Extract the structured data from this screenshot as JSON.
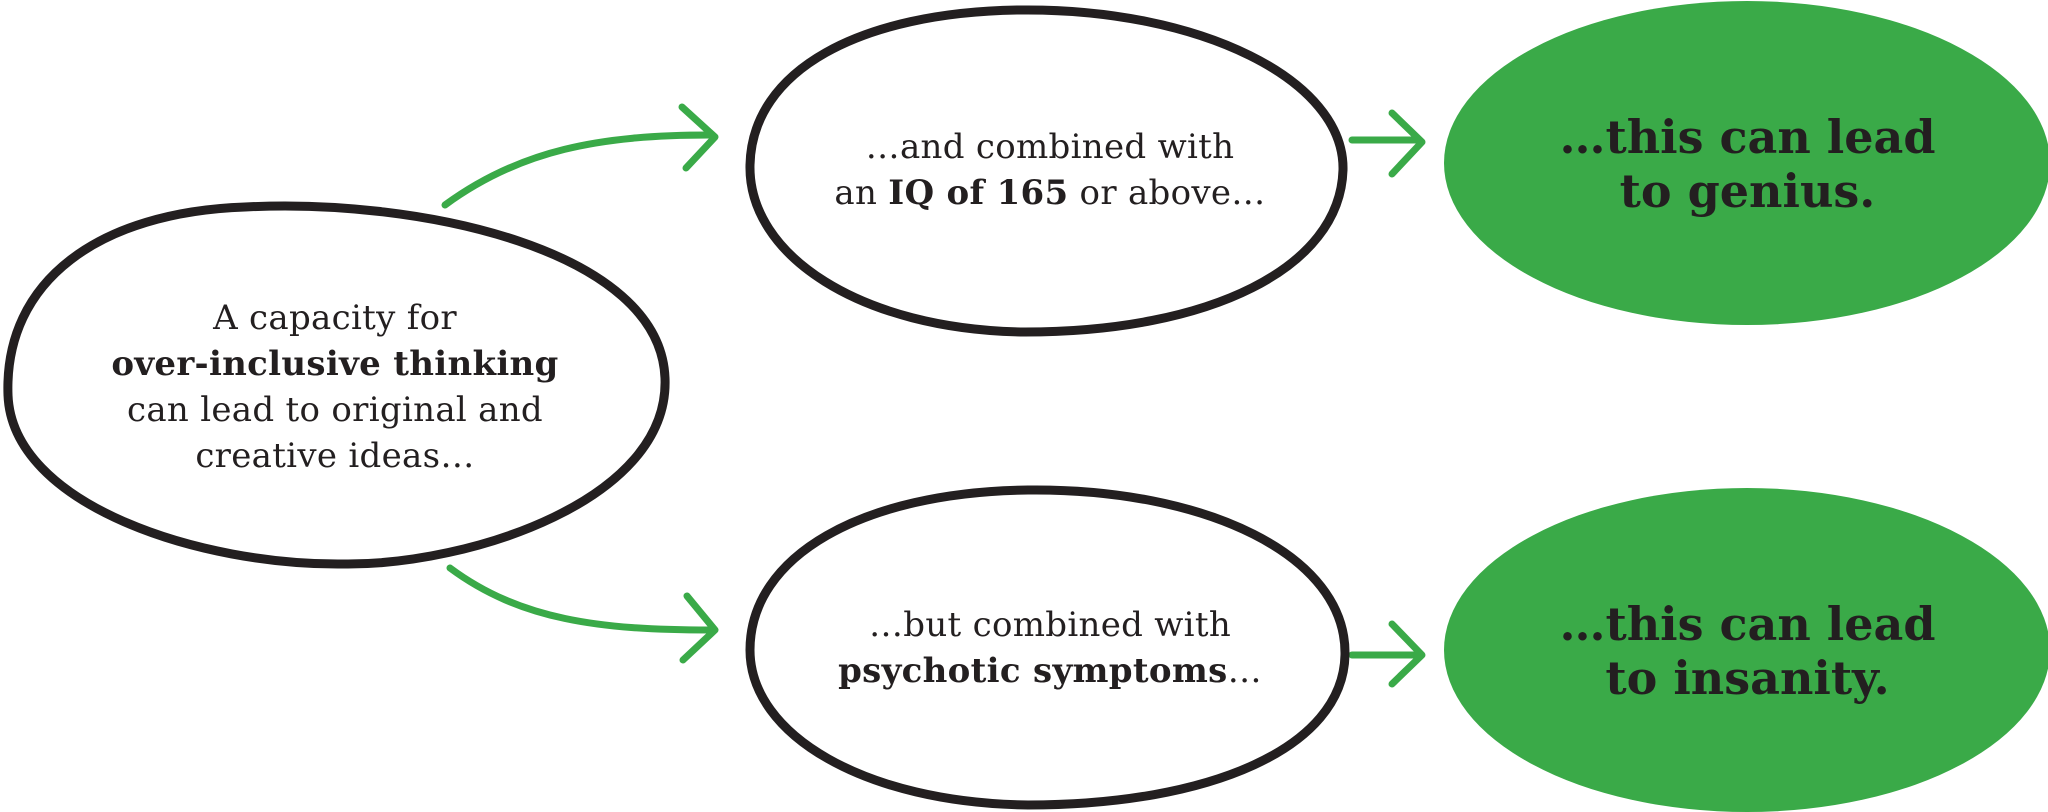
{
  "colors": {
    "accent_green": "#3aaa48",
    "outline_dark": "#231f20",
    "text_dark": "#231f20",
    "background": "#ffffff"
  },
  "nodes": {
    "start": {
      "line1": "A capacity for",
      "line2_bold": "over-inclusive thinking",
      "line3": "can lead to original and",
      "line4": "creative ideas…"
    },
    "iq": {
      "line1": "…and combined with",
      "line2_pre": "an ",
      "line2_bold": "IQ of 165",
      "line2_post": " or above…"
    },
    "psychotic": {
      "line1": "…but combined with",
      "line2_bold": "psychotic symptoms",
      "line2_post": "…"
    },
    "genius": {
      "line1": "…this can lead",
      "line2": "to genius."
    },
    "insanity": {
      "line1": "…this can lead",
      "line2": "to insanity."
    }
  },
  "edges": [
    {
      "from": "start",
      "to": "iq"
    },
    {
      "from": "start",
      "to": "psychotic"
    },
    {
      "from": "iq",
      "to": "genius"
    },
    {
      "from": "psychotic",
      "to": "insanity"
    }
  ]
}
